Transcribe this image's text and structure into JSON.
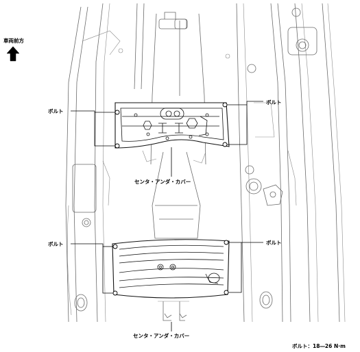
{
  "direction_label": "車両前方",
  "labels": {
    "bolt_upper_left": "ボルト",
    "bolt_upper_right": "ボルト",
    "bolt_lower_left": "ボルト",
    "bolt_lower_right": "ボルト",
    "cover_upper": "センタ・アンダ・カバー",
    "cover_lower": "センタ・アンダ・カバー"
  },
  "torque_spec": "ボルト：18―26 N·m"
}
